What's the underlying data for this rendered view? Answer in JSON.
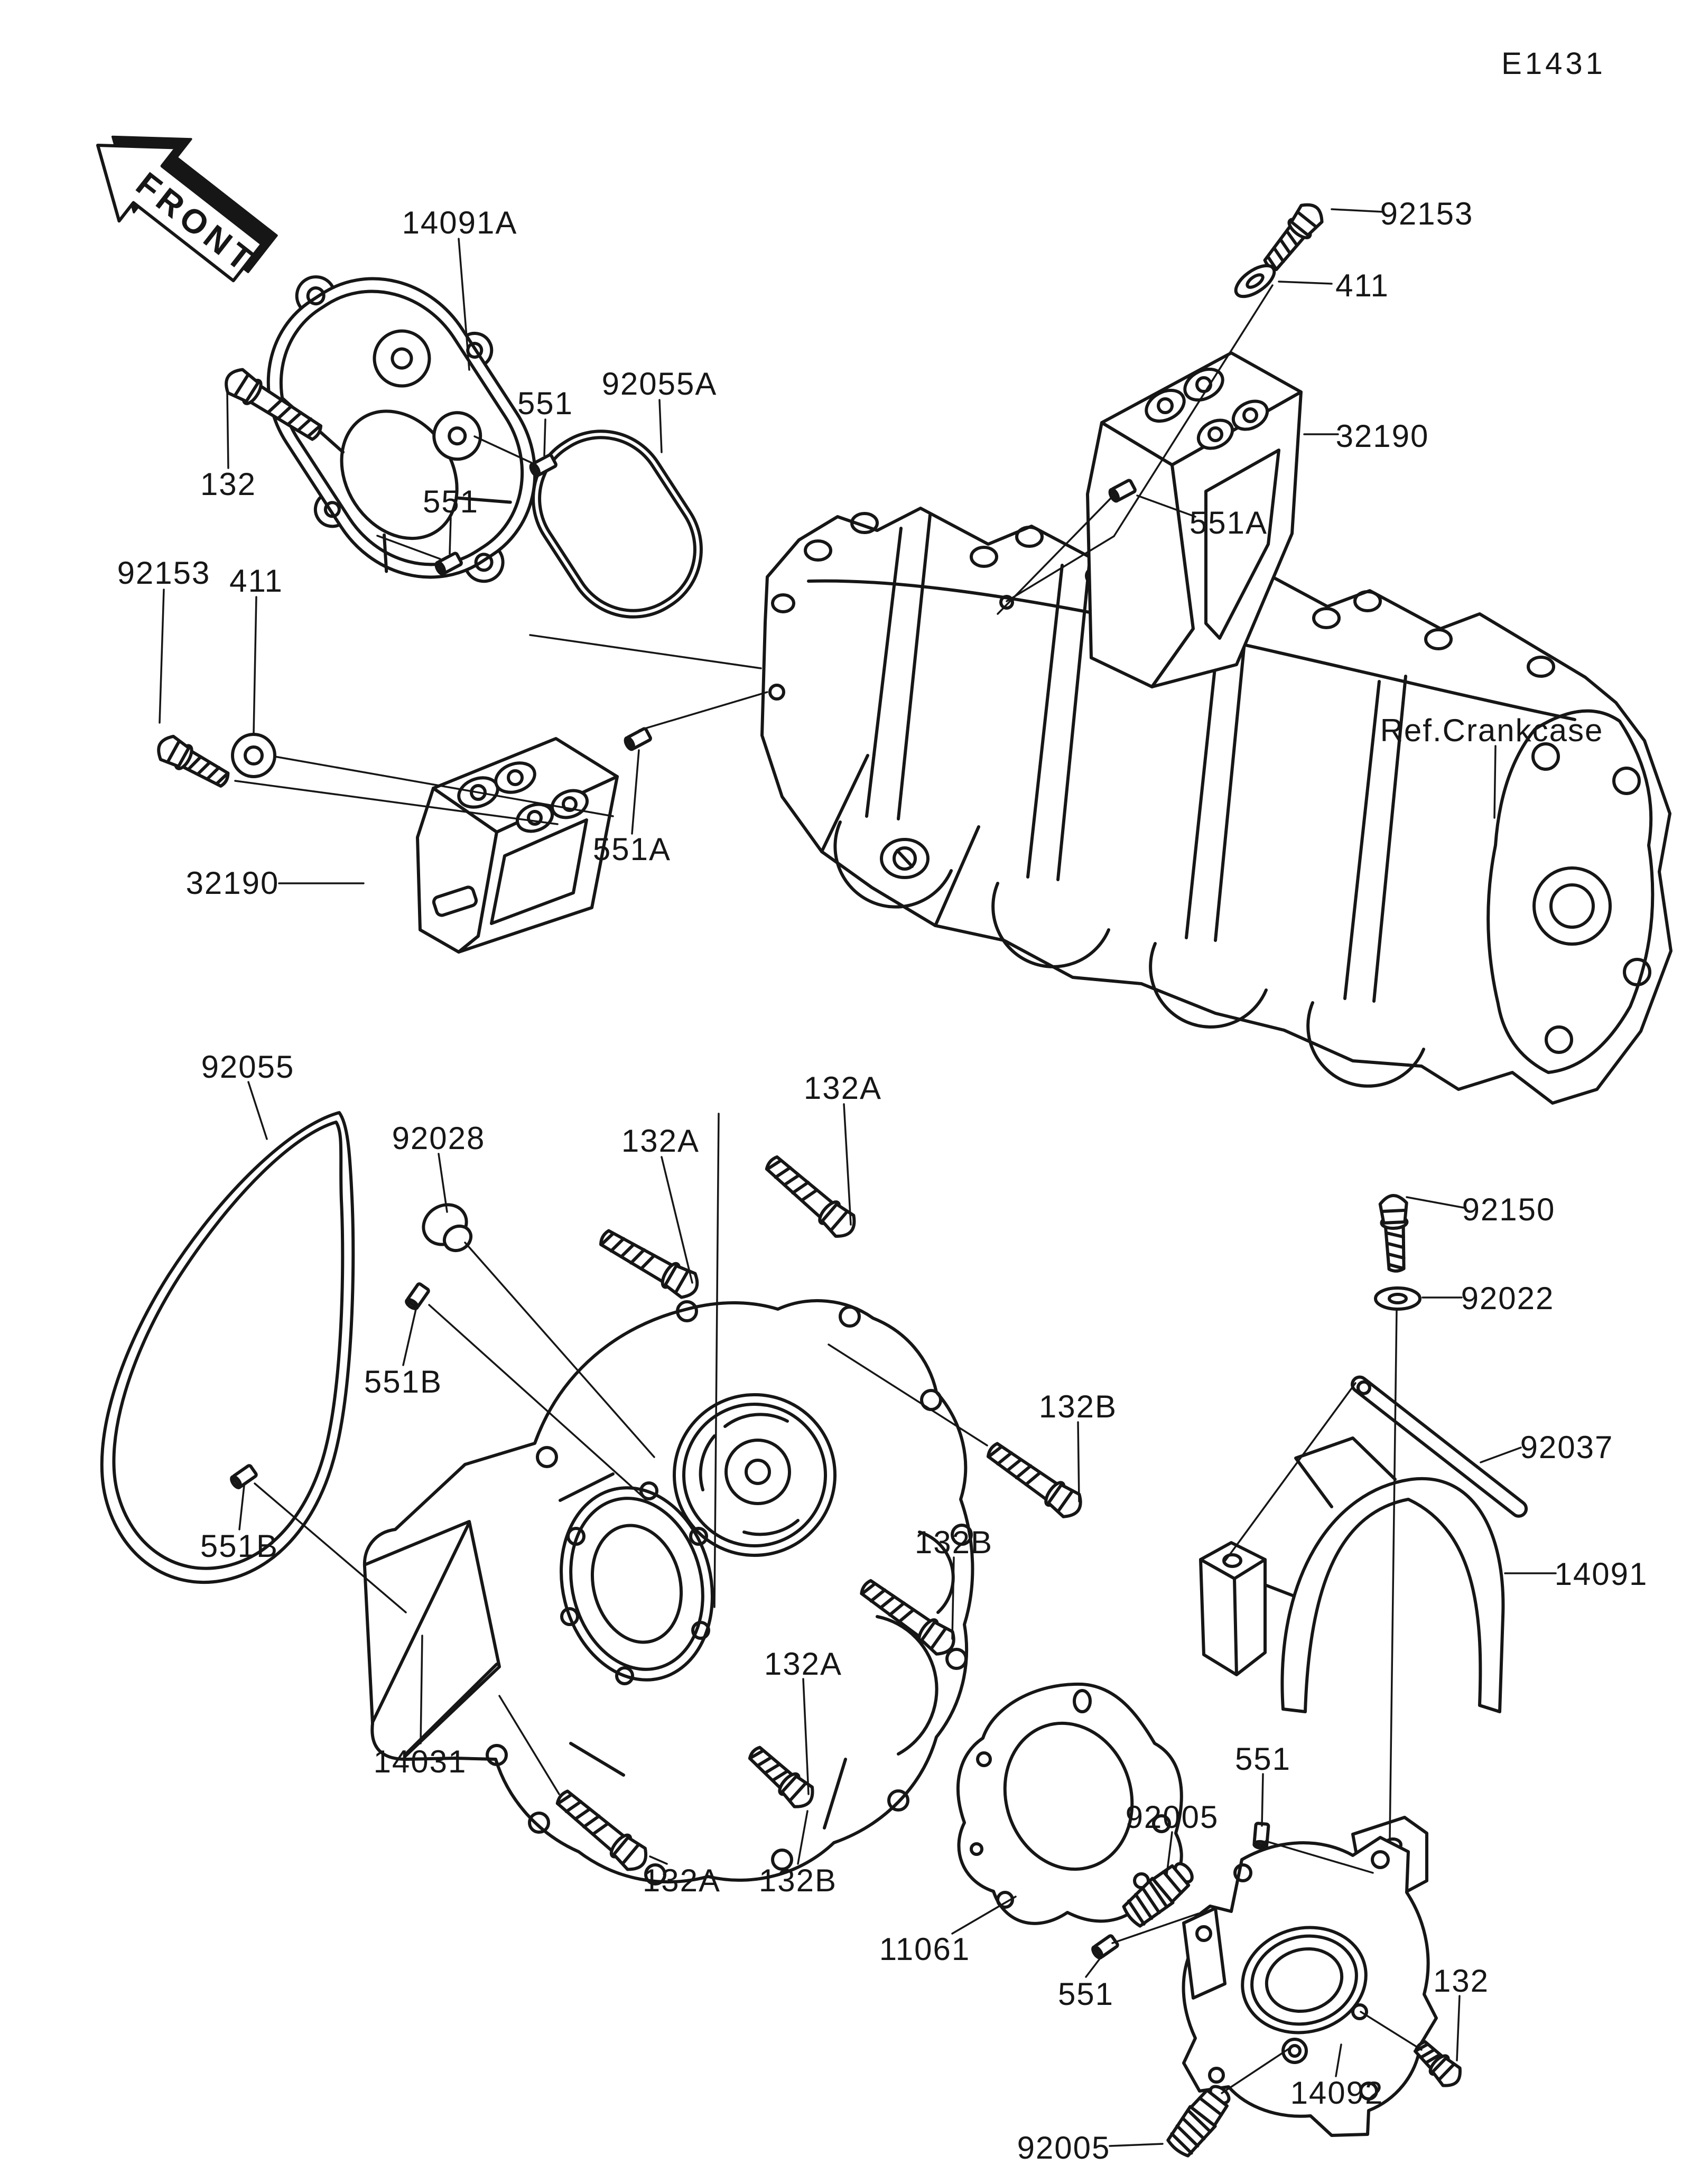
{
  "diagram": {
    "code": "E1431",
    "front_marker": "FRONT",
    "labels": [
      {
        "text": "14091A"
      },
      {
        "text": "132"
      },
      {
        "text": "551"
      },
      {
        "text": "92055A"
      },
      {
        "text": "551"
      },
      {
        "text": "92153"
      },
      {
        "text": "411"
      },
      {
        "text": "32190"
      },
      {
        "text": "551A"
      },
      {
        "text": "92153"
      },
      {
        "text": "411"
      },
      {
        "text": "32190"
      },
      {
        "text": "551A"
      },
      {
        "text": "Ref.Crankcase"
      },
      {
        "text": "92055"
      },
      {
        "text": "92028"
      },
      {
        "text": "132A"
      },
      {
        "text": "132A"
      },
      {
        "text": "551B"
      },
      {
        "text": "132B"
      },
      {
        "text": "132B"
      },
      {
        "text": "551B"
      },
      {
        "text": "92150"
      },
      {
        "text": "92022"
      },
      {
        "text": "92037"
      },
      {
        "text": "14091"
      },
      {
        "text": "132A"
      },
      {
        "text": "14031"
      },
      {
        "text": "551"
      },
      {
        "text": "92005"
      },
      {
        "text": "132A"
      },
      {
        "text": "132B"
      },
      {
        "text": "11061"
      },
      {
        "text": "551"
      },
      {
        "text": "132"
      },
      {
        "text": "14092"
      },
      {
        "text": "92005"
      }
    ]
  }
}
